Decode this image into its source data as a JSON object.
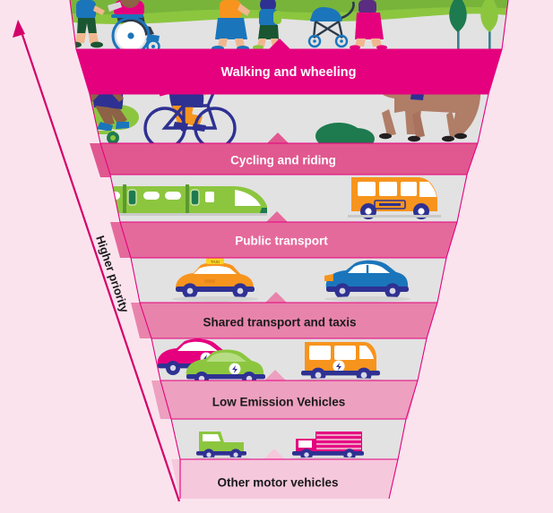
{
  "graphic": {
    "type": "inverted-funnel-hierarchy",
    "background_color": "#fbe3ee",
    "road_color": "#e2e2e2",
    "outline_color": "#e4007f",
    "axis": {
      "label": "Higher priority",
      "direction": "up",
      "color": "#d4006a",
      "text_color": "#1a1a1a"
    },
    "tiers": [
      {
        "rank": 1,
        "label": "Walking and wheeling",
        "band_color": "#e5007e",
        "label_color": "#ffffff",
        "scene_items": [
          "pedestrian-walking",
          "wheelchair-user",
          "parent-with-pram",
          "child-walking",
          "adult-walking"
        ]
      },
      {
        "rank": 2,
        "label": "Cycling and riding",
        "band_color": "#e0588f",
        "label_color": "#ffffff",
        "scene_items": [
          "e-scooter-rider",
          "cyclist",
          "horse-rider"
        ]
      },
      {
        "rank": 3,
        "label": "Public transport",
        "band_color": "#e56a9c",
        "label_color": "#ffffff",
        "scene_items": [
          "train",
          "bus"
        ]
      },
      {
        "rank": 4,
        "label": "Shared transport and taxis",
        "band_color": "#e884ab",
        "label_color": "#1a1a1a",
        "scene_items": [
          "taxi",
          "shared-car"
        ]
      },
      {
        "rank": 5,
        "label": "Low Emission Vehicles",
        "band_color": "#eda0bf",
        "label_color": "#1a1a1a",
        "scene_items": [
          "electric-car-pink",
          "electric-car-green",
          "electric-van-orange"
        ]
      },
      {
        "rank": 6,
        "label": "Other motor vehicles",
        "band_color": "#f6c8dc",
        "label_color": "#1a1a1a",
        "scene_items": [
          "pickup-truck",
          "box-lorry"
        ]
      }
    ],
    "palette": {
      "magenta": "#e5007e",
      "deep_pink": "#d4006a",
      "green_grass": "#8cc63f",
      "green_dark": "#1e7a4f",
      "orange": "#f7941e",
      "blue": "#1b75bb",
      "navy": "#2e3192",
      "horse_brown": "#b07d67",
      "road_grey": "#e2e2e2"
    }
  }
}
